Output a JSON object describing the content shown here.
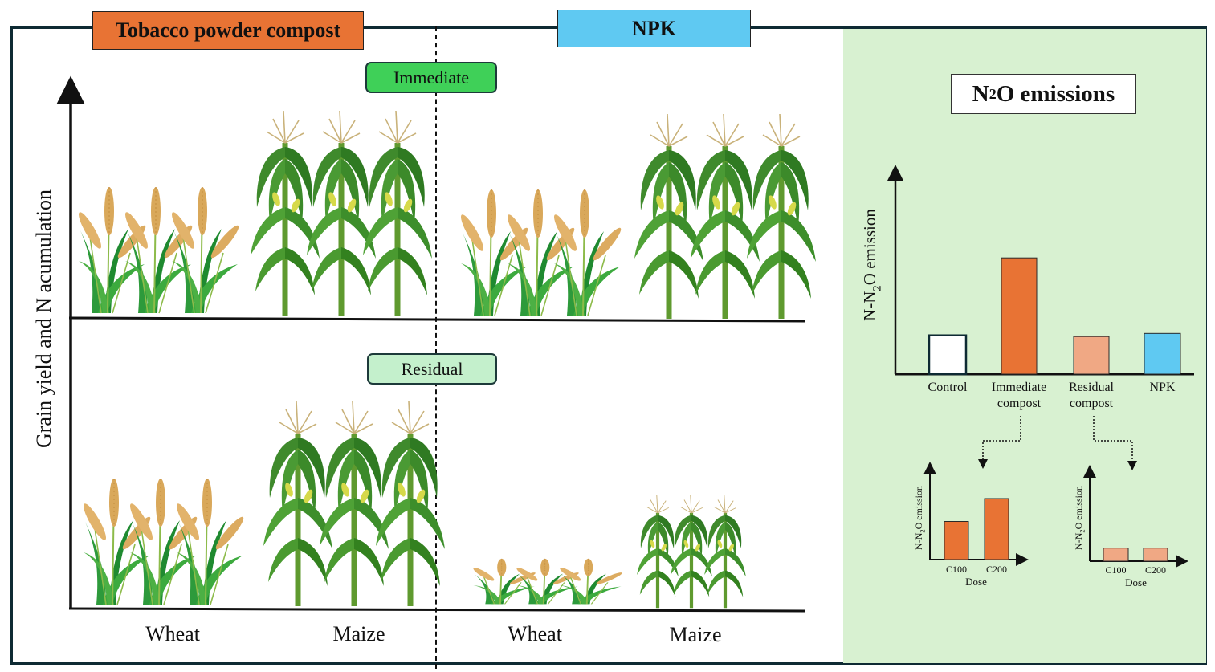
{
  "headers": {
    "tobacco": "Tobacco powder compost",
    "npk": "NPK"
  },
  "phases": {
    "immediate": "Immediate",
    "residual": "Residual"
  },
  "left_panel": {
    "y_axis_label": "Grain yield and N acumulation",
    "x_labels": [
      "Wheat",
      "Maize",
      "Wheat",
      "Maize"
    ],
    "relative_growth": {
      "immediate": {
        "compost_wheat": 1.0,
        "compost_maize": 1.0,
        "npk_wheat": 1.0,
        "npk_maize": 1.0
      },
      "residual": {
        "compost_wheat": 1.0,
        "compost_maize": 1.0,
        "npk_wheat": 0.35,
        "npk_maize": 0.6
      }
    }
  },
  "n2o": {
    "title_prefix": "N",
    "title_sub": "2",
    "title_suffix": "O emissions",
    "colors": {
      "control": "#ffffff",
      "immediate": "#e87334",
      "residual": "#f0a884",
      "npk": "#5fc9f2",
      "panel_bg": "#d8f1d1"
    }
  },
  "chart_data": [
    {
      "type": "bar",
      "title": "N2O emissions",
      "ylabel": "N-N2O emission",
      "xlabel": "",
      "categories": [
        "Control",
        "Immediate compost",
        "Residual compost",
        "NPK"
      ],
      "category_lines": [
        [
          "Control"
        ],
        [
          "Immediate",
          "compost"
        ],
        [
          "Residual",
          "compost"
        ],
        [
          "NPK"
        ]
      ],
      "values": [
        1.0,
        3.0,
        0.97,
        1.05
      ],
      "ylim": [
        0,
        5.2
      ],
      "grid": false,
      "colors": [
        "#ffffff",
        "#e87334",
        "#f0a884",
        "#5fc9f2"
      ]
    },
    {
      "type": "bar",
      "title": "Immediate compost by dose",
      "ylabel": "N-N2O emission",
      "xlabel": "Dose",
      "categories": [
        "C100",
        "C200"
      ],
      "values": [
        1.0,
        1.6
      ],
      "ylim": [
        0,
        2.4
      ],
      "grid": false,
      "colors": [
        "#e87334",
        "#e87334"
      ]
    },
    {
      "type": "bar",
      "title": "Residual compost by dose",
      "ylabel": "N-N2O emission",
      "xlabel": "Dose",
      "categories": [
        "C100",
        "C200"
      ],
      "values": [
        0.35,
        0.35
      ],
      "ylim": [
        0,
        2.4
      ],
      "grid": false,
      "colors": [
        "#f0a884",
        "#f0a884"
      ]
    }
  ]
}
